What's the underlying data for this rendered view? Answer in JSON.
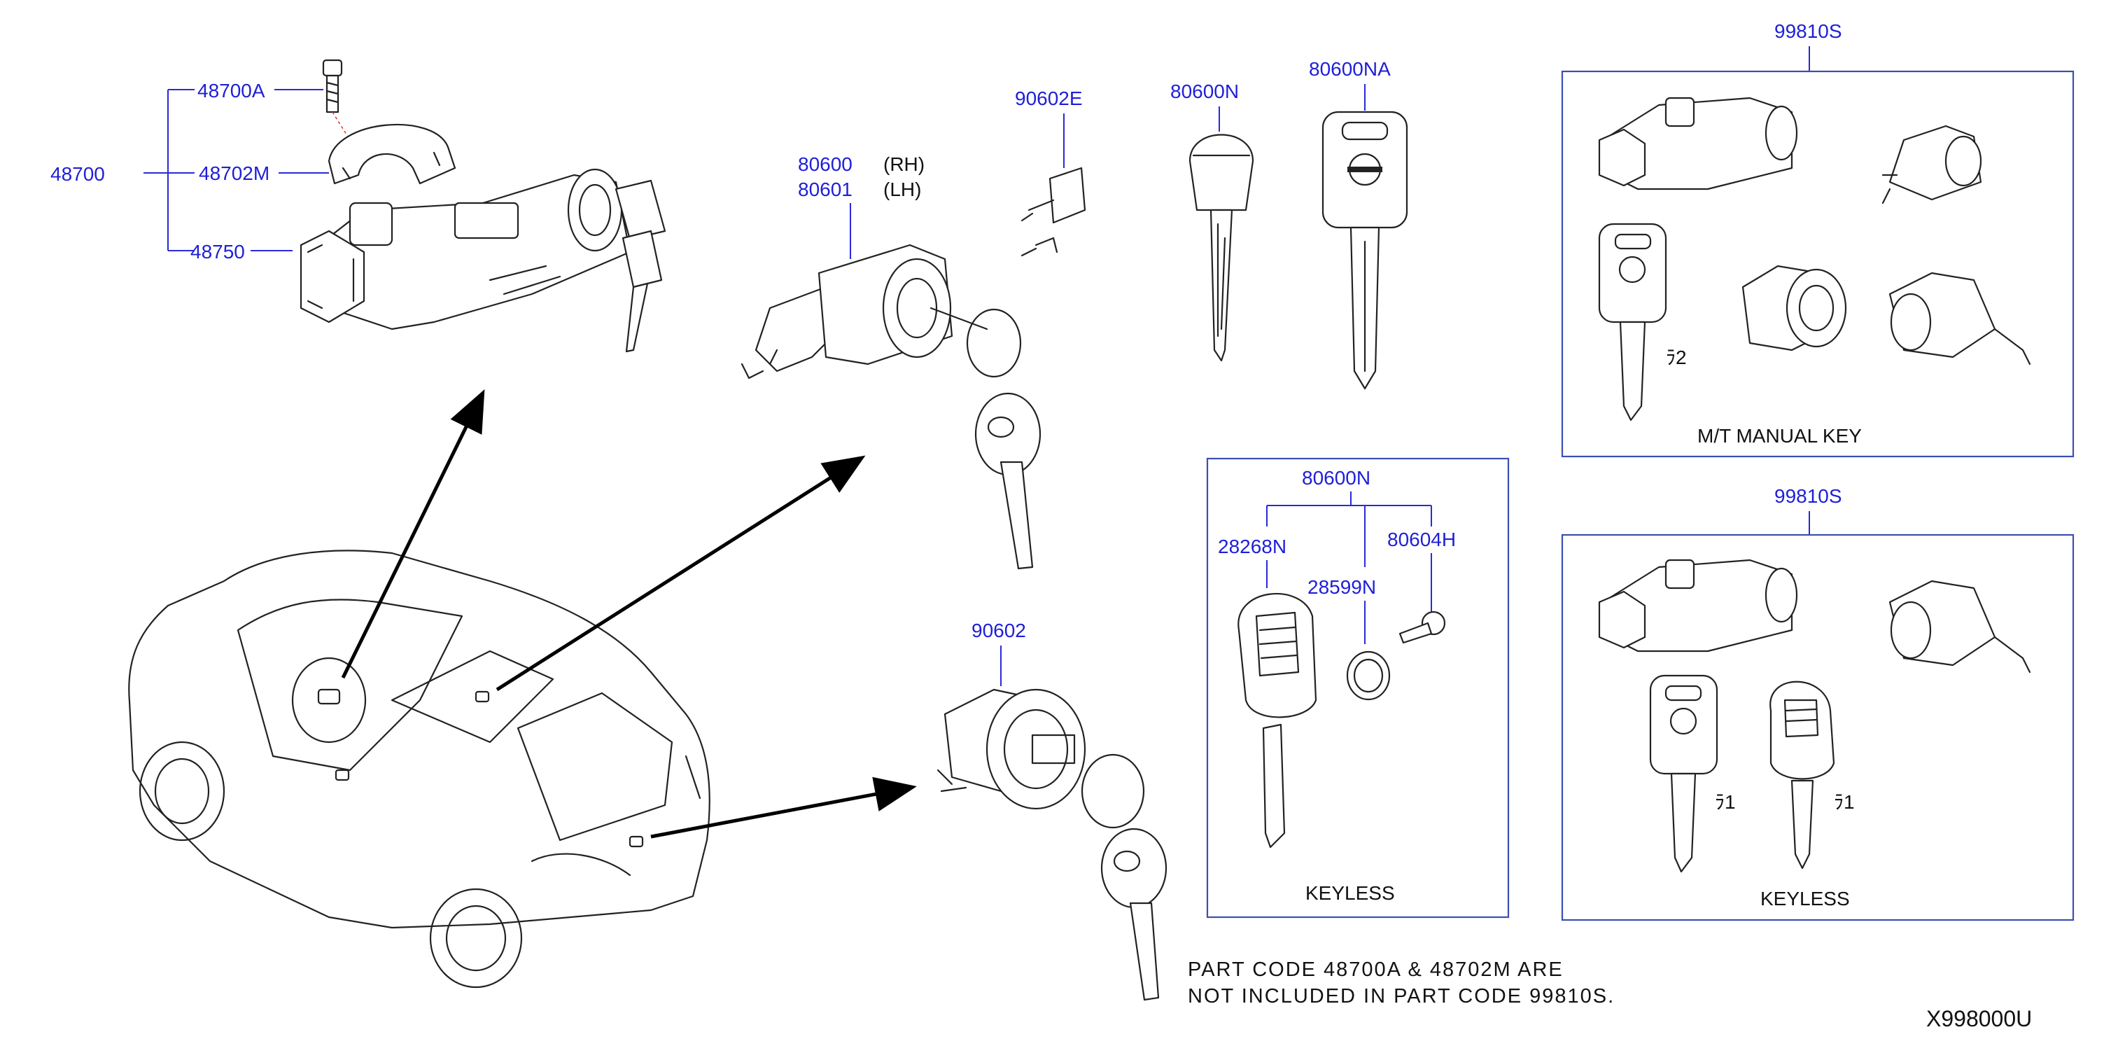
{
  "parts": {
    "p48700": "48700",
    "p48700A": "48700A",
    "p48702M": "48702M",
    "p48750": "48750",
    "p80600": "80600",
    "p80601": "80601",
    "rh": "(RH)",
    "lh": "(LH)",
    "p90602E": "90602E",
    "p80600N_top": "80600N",
    "p80600NA": "80600NA",
    "p90602": "90602",
    "p80600N_kit": "80600N",
    "p28268N": "28268N",
    "p28599N": "28599N",
    "p80604H": "80604H",
    "p99810S_top": "99810S",
    "p99810S_bottom": "99810S"
  },
  "boxes": {
    "mt_manual_key": "M/T   MANUAL   KEY",
    "keyless_kit": "KEYLESS",
    "keyless_set": "KEYLESS",
    "qty_2": "ﾗ2",
    "qty_1a": "ﾗ1",
    "qty_1b": "ﾗ1"
  },
  "notes": {
    "line1": "PART   CODE   48700A   &   48702M   ARE",
    "line2": "NOT   INCLUDED   IN   PART   CODE   99810S."
  },
  "diagram_id": "X998000U",
  "colors": {
    "part_code": "#1f1fd8",
    "box_border": "#3a4fb0",
    "line_art": "#222222"
  }
}
